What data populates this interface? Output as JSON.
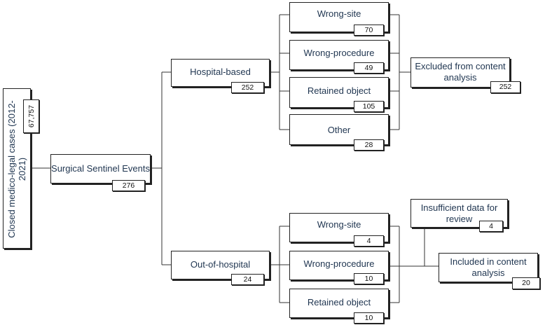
{
  "root": {
    "label": "Closed medico-legal cases (2012-2021)",
    "count": "67,757"
  },
  "sse": {
    "label": "Surgical Sentinel Events",
    "count": "276"
  },
  "hospital": {
    "label": "Hospital-based",
    "count": "252",
    "items": [
      {
        "label": "Wrong-site",
        "count": "70"
      },
      {
        "label": "Wrong-procedure",
        "count": "49"
      },
      {
        "label": "Retained object",
        "count": "105"
      },
      {
        "label": "Other",
        "count": "28"
      }
    ],
    "outcome": {
      "label": "Excluded from content analysis",
      "count": "252"
    }
  },
  "outofhospital": {
    "label": "Out-of-hospital",
    "count": "24",
    "items": [
      {
        "label": "Wrong-site",
        "count": "4"
      },
      {
        "label": "Wrong-procedure",
        "count": "10"
      },
      {
        "label": "Retained object",
        "count": "10"
      }
    ],
    "insufficient": {
      "label": "Insufficient data for review",
      "count": "4"
    },
    "included": {
      "label": "Included in content analysis",
      "count": "20"
    }
  }
}
